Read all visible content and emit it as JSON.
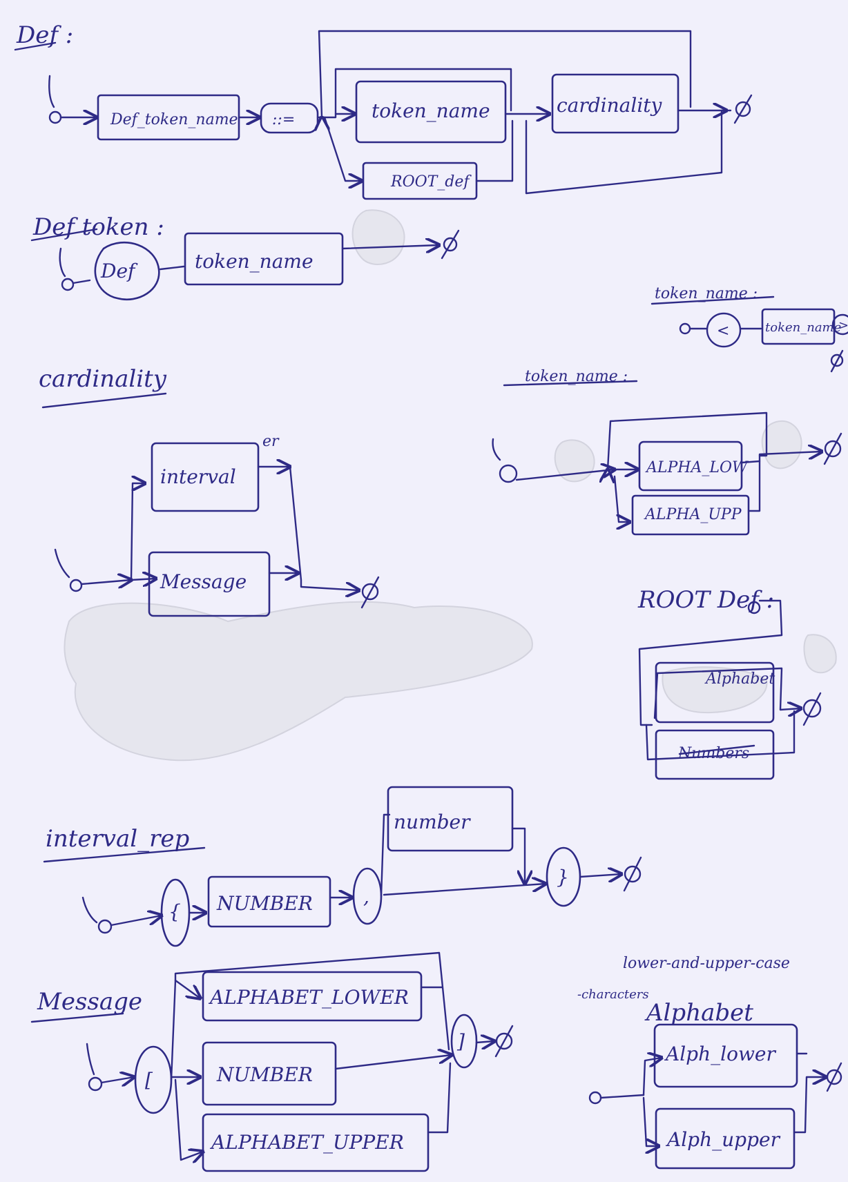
{
  "diagrams": {
    "def": {
      "title": "Def :",
      "boxes": [
        "Def_token_name",
        "::=",
        "token_name",
        "cardinality",
        "ROOT_def"
      ]
    },
    "def_token": {
      "title": "Def token :",
      "boxes": [
        "Def",
        "token_name"
      ]
    },
    "token_name_rule": {
      "title": "token_name :",
      "boxes": [
        "<",
        "token_name",
        ">"
      ]
    },
    "cardinality": {
      "title": "cardinality",
      "boxes": [
        "interval",
        "Message"
      ],
      "note": "er"
    },
    "token_name_def": {
      "title": "token_name :",
      "boxes": [
        "ALPHA_LOW",
        "ALPHA_UPP"
      ]
    },
    "root_def": {
      "title": "ROOT Def :",
      "boxes": [
        "Alphabet",
        "Numbers"
      ]
    },
    "interval_rep": {
      "title": "interval_rep",
      "boxes": [
        "{",
        "NUMBER",
        ",",
        "number",
        "}"
      ]
    },
    "message": {
      "title": "Message",
      "boxes": [
        "[",
        "ALPHABET_LOWER",
        "NUMBER",
        "ALPHABET_UPPER",
        "]"
      ]
    },
    "alphabet": {
      "note_line1": "lower-and-upper-case",
      "note_line2": "-characters",
      "title": "Alphabet",
      "boxes": [
        "Alph_lower",
        "Alph_upper"
      ]
    }
  },
  "colors": {
    "ink": "#2e2a86",
    "paper": "#f1f0fb",
    "stain": "#e6e6ee"
  }
}
